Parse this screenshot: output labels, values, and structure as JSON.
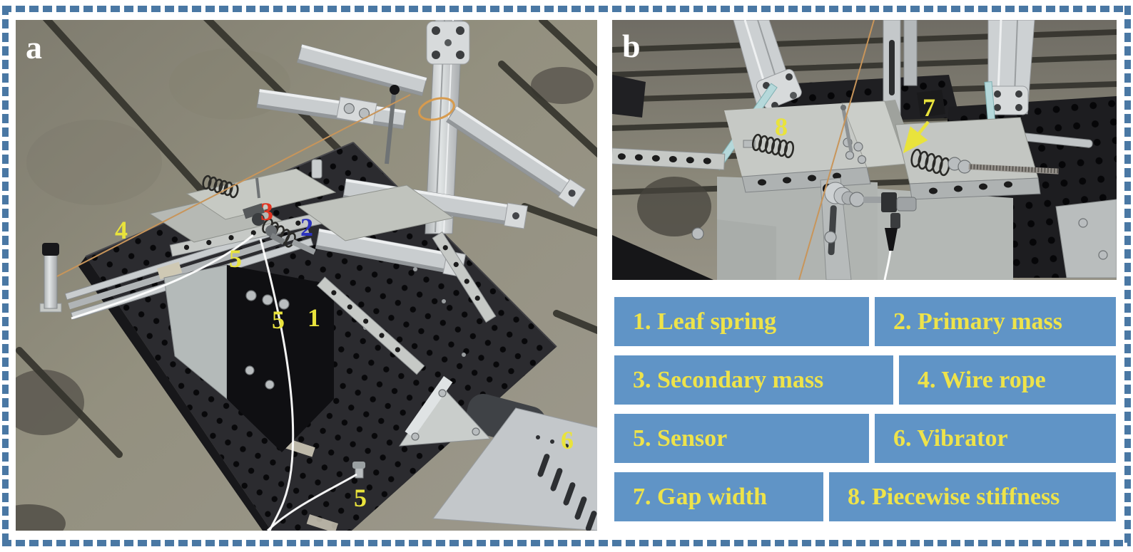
{
  "panel_a": {
    "label": "a",
    "annotations": [
      {
        "text": "4",
        "color": "#e9e33c"
      },
      {
        "text": "3",
        "color": "#e23522"
      },
      {
        "text": "2",
        "color": "#2c33bd"
      },
      {
        "text": "5",
        "color": "#e9e33c"
      },
      {
        "text": "5",
        "color": "#e9e33c"
      },
      {
        "text": "1",
        "color": "#e9e33c"
      },
      {
        "text": "5",
        "color": "#e9e33c"
      },
      {
        "text": "6",
        "color": "#e9e33c"
      }
    ]
  },
  "panel_b": {
    "label": "b",
    "annotations": [
      {
        "text": "8",
        "color": "#e9e33c"
      },
      {
        "text": "7",
        "color": "#e9e33c"
      }
    ]
  },
  "legend": {
    "items": [
      {
        "text": "1. Leaf spring"
      },
      {
        "text": "2. Primary mass"
      },
      {
        "text": "3. Secondary mass"
      },
      {
        "text": "4. Wire rope"
      },
      {
        "text": "5. Sensor"
      },
      {
        "text": "6. Vibrator"
      },
      {
        "text": "7. Gap width"
      },
      {
        "text": "8. Piecewise stiffness"
      }
    ]
  },
  "colors": {
    "border_dash": "#4a78a4",
    "legend_box": "#6094c6",
    "legend_text": "#eee34a",
    "annotation_yellow": "#e9e33c",
    "annotation_red": "#e23522",
    "annotation_blue": "#2c33bd",
    "panel_label": "#ffffff"
  }
}
